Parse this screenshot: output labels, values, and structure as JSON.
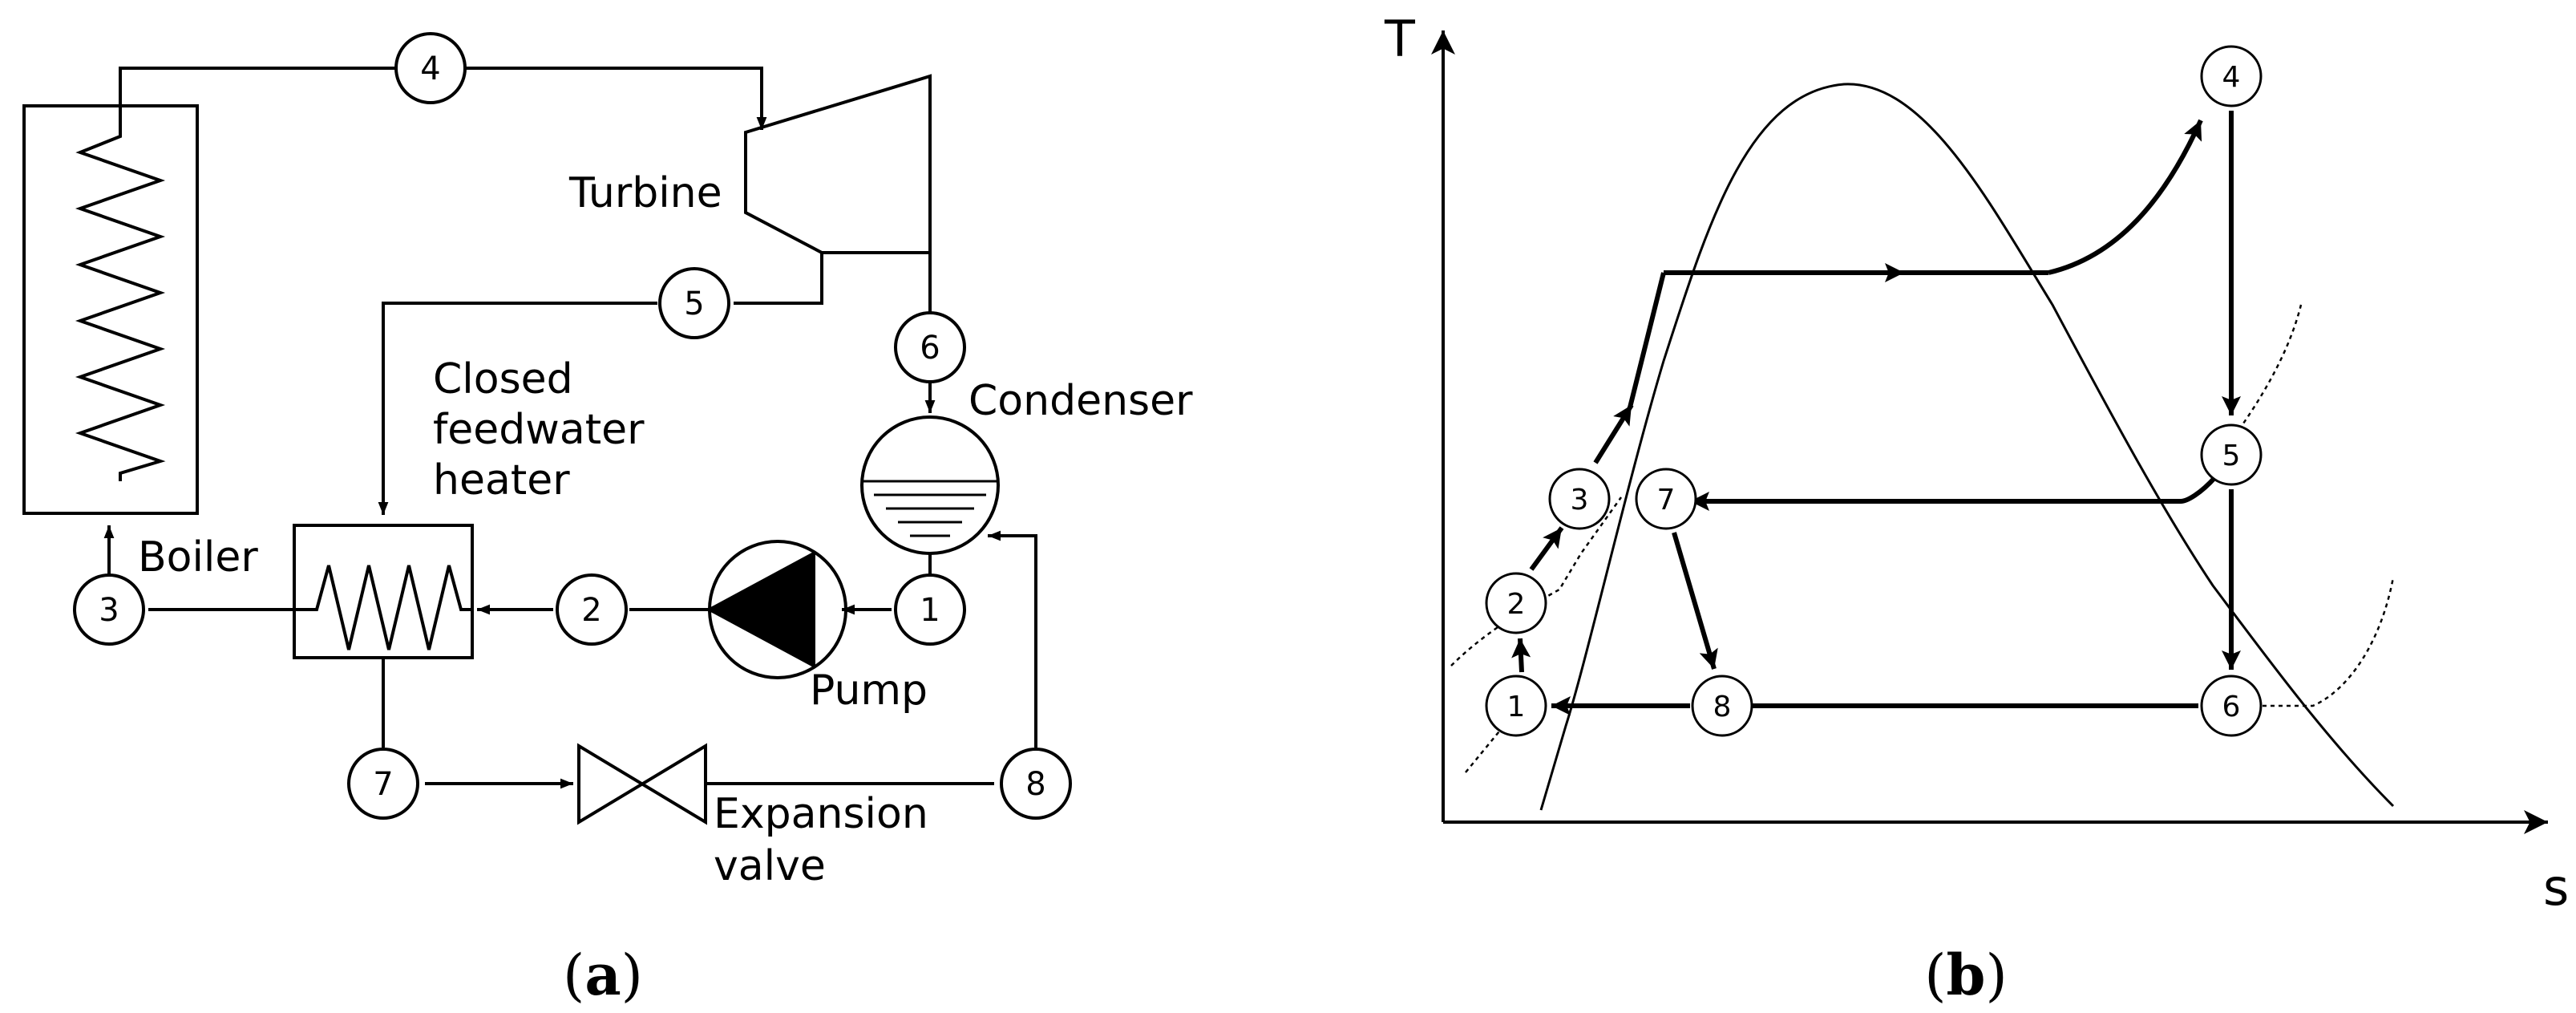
{
  "panel_a": {
    "caption_open": "(",
    "caption_letter": "a",
    "caption_close": ")",
    "labels": {
      "turbine": "Turbine",
      "boiler": "Boiler",
      "condenser": "Condenser",
      "pump": "Pump",
      "heater_line1": "Closed",
      "heater_line2": "feedwater",
      "heater_line3": "heater",
      "valve_line1": "Expansion",
      "valve_line2": "valve"
    },
    "states": [
      "1",
      "2",
      "3",
      "4",
      "5",
      "6",
      "7",
      "8"
    ]
  },
  "panel_b": {
    "caption_open": "(",
    "caption_letter": "b",
    "caption_close": ")",
    "y_axis_label": "T",
    "x_axis_label": "s",
    "states": [
      "1",
      "2",
      "3",
      "4",
      "5",
      "6",
      "7",
      "8"
    ]
  }
}
